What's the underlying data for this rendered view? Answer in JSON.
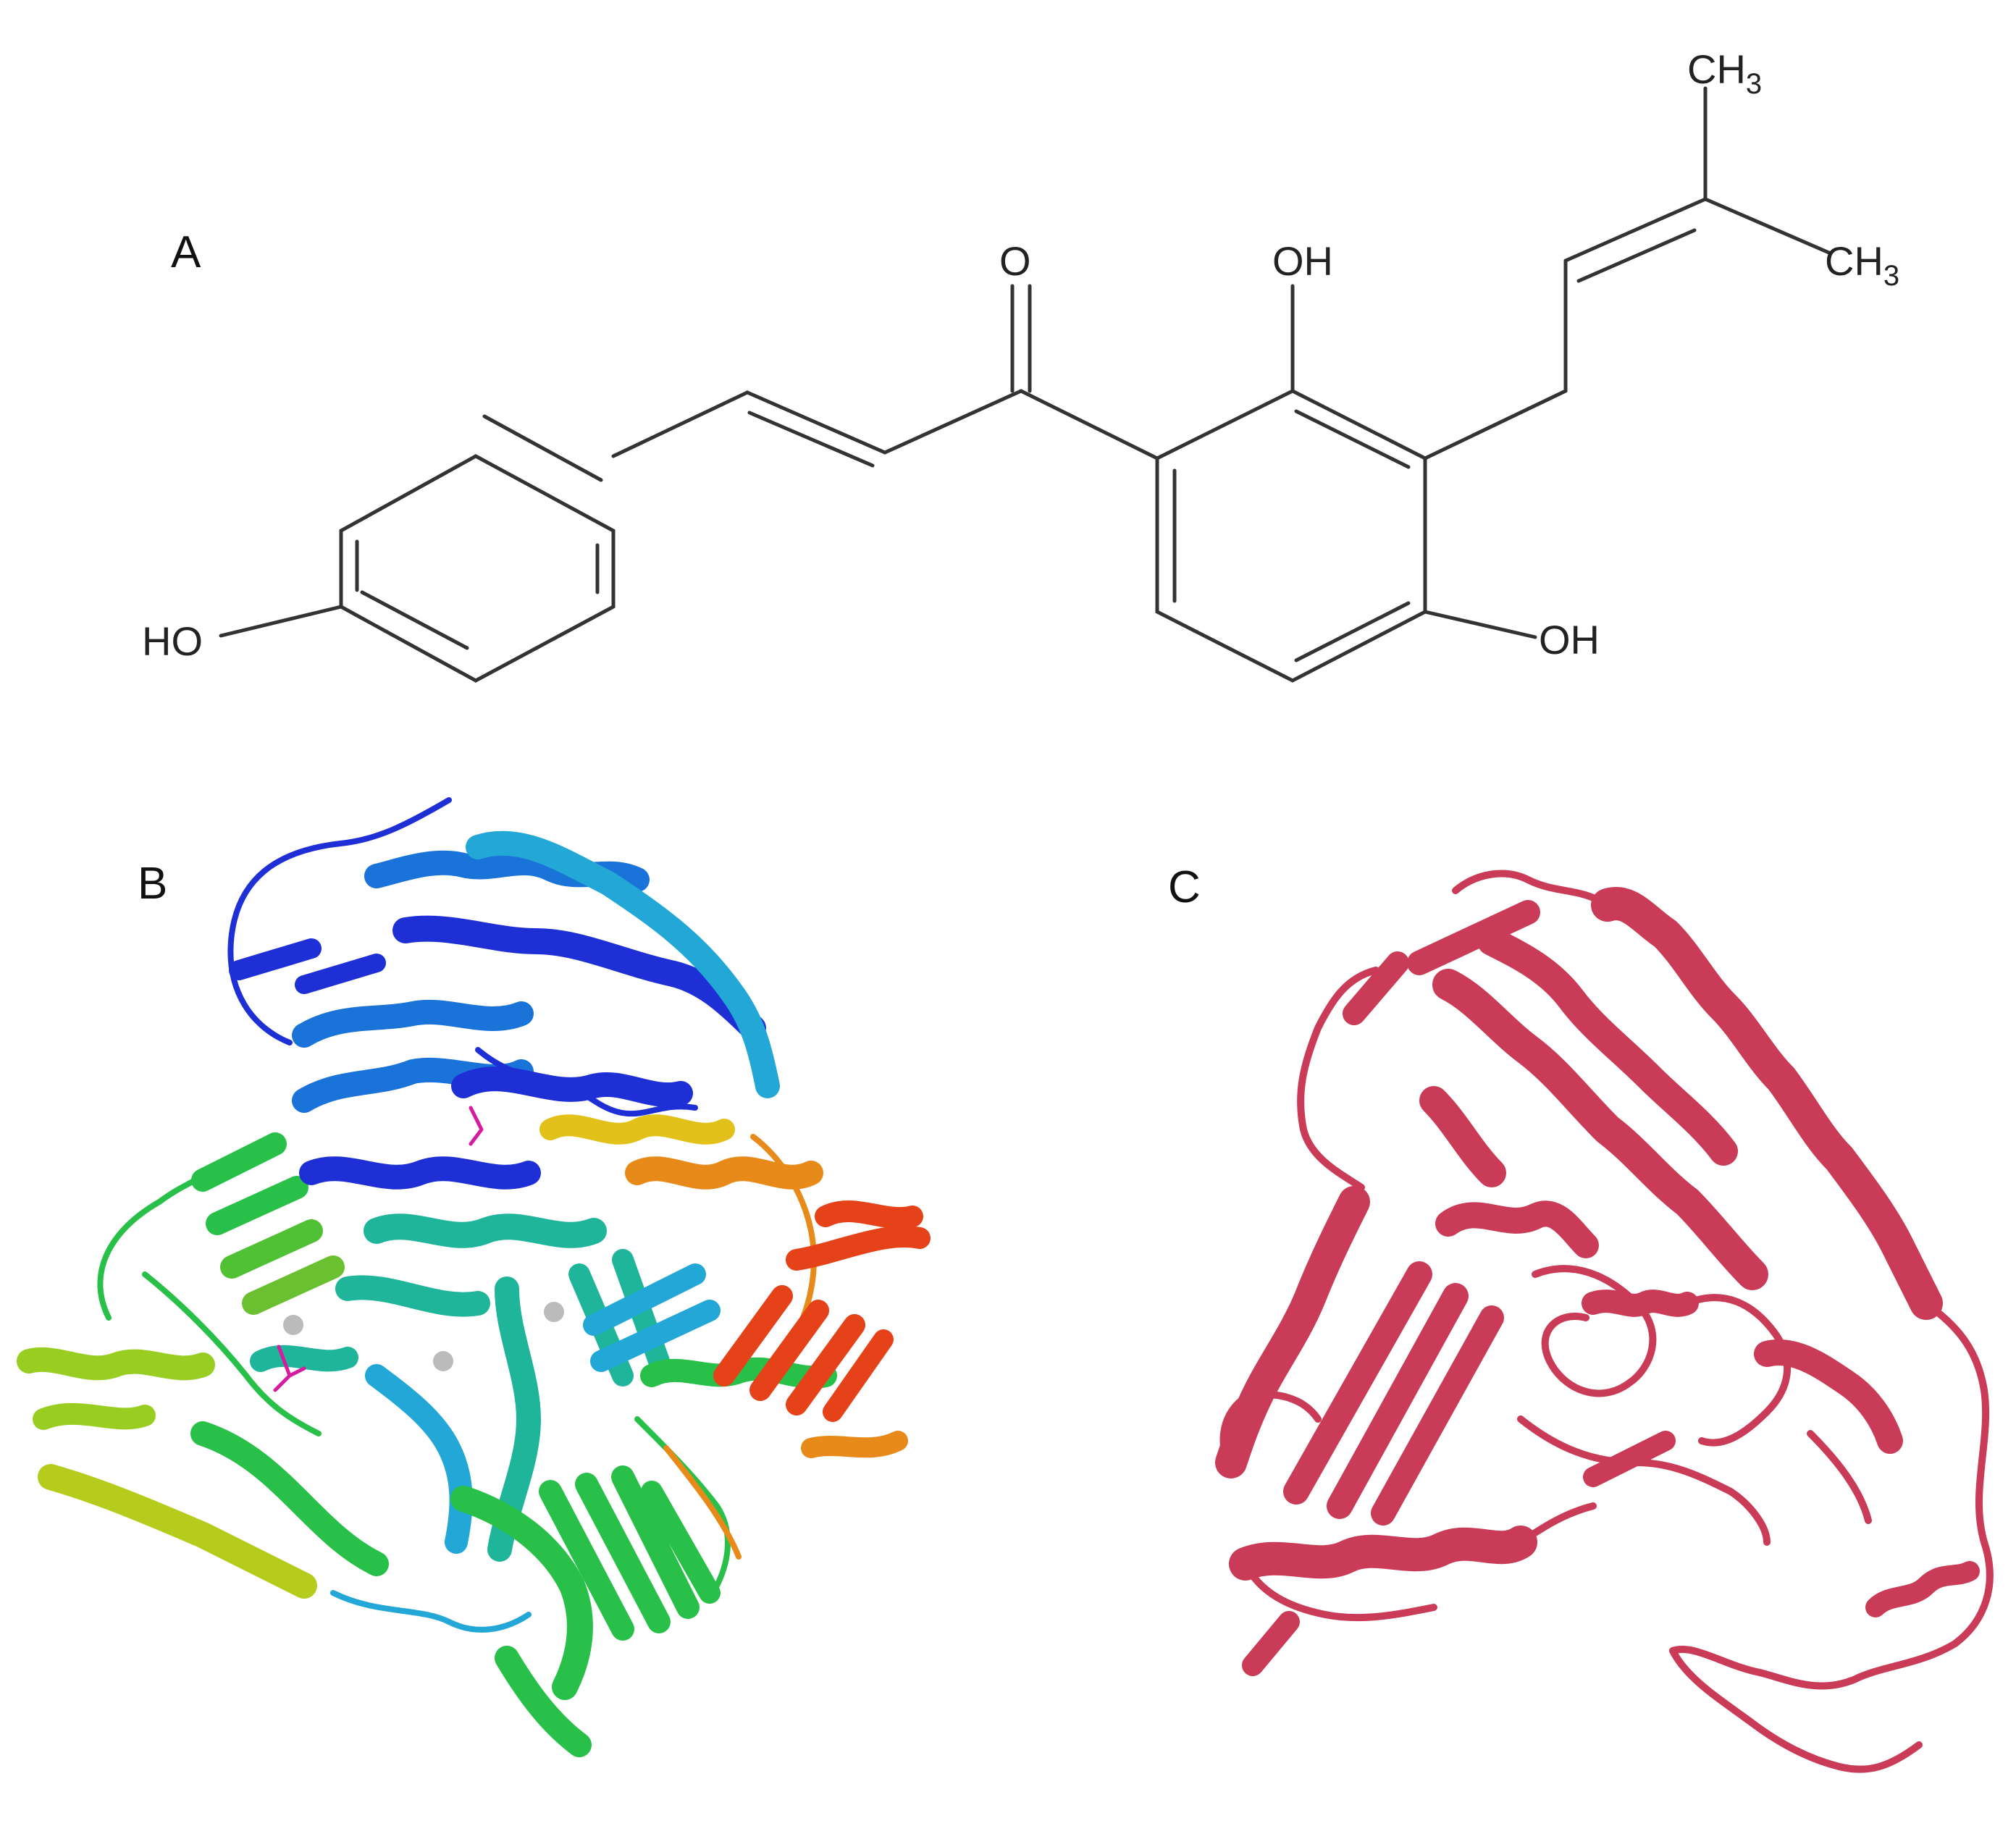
{
  "figure": {
    "panels": {
      "a": {
        "label": "A"
      },
      "b": {
        "label": "B"
      },
      "c": {
        "label": "C"
      }
    },
    "molecule": {
      "atoms": {
        "o_carbonyl": "O",
        "oh_top": "OH",
        "oh_bottom": "OH",
        "ho_left": "HO",
        "ch3_top": "CH",
        "ch3_right": "CH",
        "sub3": "3"
      }
    },
    "colors": {
      "protein_c": "#c93b57",
      "rainbow": [
        "#1f2fd6",
        "#1a73d9",
        "#22a7d6",
        "#1fb59a",
        "#29c04a",
        "#9acd22",
        "#e2c21a",
        "#e88a1a",
        "#e5421a"
      ]
    }
  }
}
